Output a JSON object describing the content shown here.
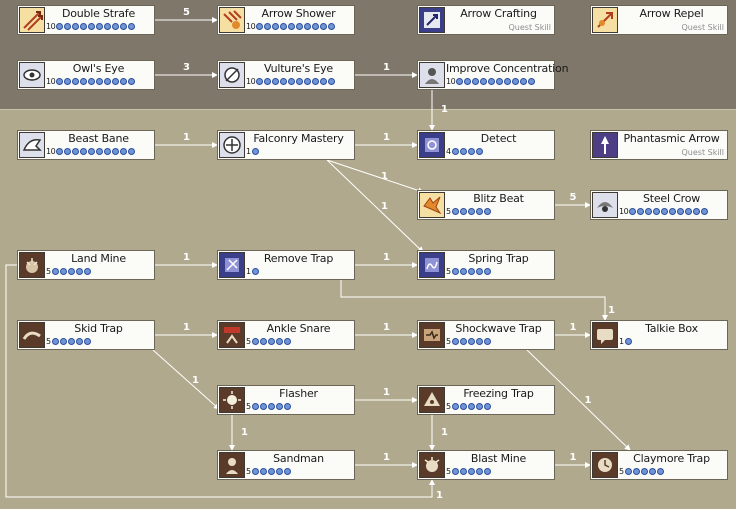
{
  "colors": {
    "top_band": "#7f7769",
    "bottom_band": "#b1a98d",
    "link": "#ffffff",
    "level_dot": "#6f95d6"
  },
  "skills": [
    {
      "id": "double-strafe",
      "name": "Double Strafe",
      "max_level": 10,
      "icon": "double-strafe-icon",
      "icon_style": "orange",
      "col": 0,
      "row": 0
    },
    {
      "id": "arrow-shower",
      "name": "Arrow Shower",
      "max_level": 10,
      "icon": "arrow-shower-icon",
      "icon_style": "orange",
      "col": 1,
      "row": 0
    },
    {
      "id": "arrow-crafting",
      "name": "Arrow Crafting",
      "max_level": 0,
      "quest": "Quest Skill",
      "icon": "arrow-crafting-icon",
      "icon_style": "navy",
      "col": 2,
      "row": 0
    },
    {
      "id": "arrow-repel",
      "name": "Arrow Repel",
      "max_level": 0,
      "quest": "Quest Skill",
      "icon": "arrow-repel-icon",
      "icon_style": "orange",
      "col": 3,
      "row": 0
    },
    {
      "id": "owls-eye",
      "name": "Owl's Eye",
      "max_level": 10,
      "icon": "owls-eye-icon",
      "icon_style": "grey",
      "col": 0,
      "row": 1
    },
    {
      "id": "vultures-eye",
      "name": "Vulture's Eye",
      "max_level": 10,
      "icon": "vultures-eye-icon",
      "icon_style": "grey",
      "col": 1,
      "row": 1
    },
    {
      "id": "improve-concentration",
      "name": "Improve Concentration",
      "max_level": 10,
      "icon": "improve-concentration-icon",
      "icon_style": "grey",
      "col": 2,
      "row": 1
    },
    {
      "id": "beast-bane",
      "name": "Beast Bane",
      "max_level": 10,
      "icon": "beast-bane-icon",
      "icon_style": "grey",
      "col": 0,
      "row": 2
    },
    {
      "id": "falconry-mastery",
      "name": "Falconry Mastery",
      "max_level": 1,
      "icon": "falconry-mastery-icon",
      "icon_style": "grey",
      "col": 1,
      "row": 2
    },
    {
      "id": "detect",
      "name": "Detect",
      "max_level": 4,
      "icon": "detect-icon",
      "icon_style": "navy",
      "col": 2,
      "row": 2
    },
    {
      "id": "phantasmic-arrow",
      "name": "Phantasmic Arrow",
      "max_level": 0,
      "quest": "Quest Skill",
      "icon": "phantasmic-arrow-icon",
      "icon_style": "purple",
      "col": 3,
      "row": 2
    },
    {
      "id": "blitz-beat",
      "name": "Blitz Beat",
      "max_level": 5,
      "icon": "blitz-beat-icon",
      "icon_style": "orange",
      "col": 2,
      "row": 3
    },
    {
      "id": "steel-crow",
      "name": "Steel Crow",
      "max_level": 10,
      "icon": "steel-crow-icon",
      "icon_style": "grey",
      "col": 3,
      "row": 3
    },
    {
      "id": "land-mine",
      "name": "Land Mine",
      "max_level": 5,
      "icon": "land-mine-icon",
      "icon_style": "brown",
      "col": 0,
      "row": 4
    },
    {
      "id": "remove-trap",
      "name": "Remove Trap",
      "max_level": 1,
      "icon": "remove-trap-icon",
      "icon_style": "navy",
      "col": 1,
      "row": 4
    },
    {
      "id": "spring-trap",
      "name": "Spring Trap",
      "max_level": 5,
      "icon": "spring-trap-icon",
      "icon_style": "navy",
      "col": 2,
      "row": 4
    },
    {
      "id": "skid-trap",
      "name": "Skid Trap",
      "max_level": 5,
      "icon": "skid-trap-icon",
      "icon_style": "brown",
      "col": 0,
      "row": 5
    },
    {
      "id": "ankle-snare",
      "name": "Ankle Snare",
      "max_level": 5,
      "icon": "ankle-snare-icon",
      "icon_style": "brown",
      "col": 1,
      "row": 5
    },
    {
      "id": "shockwave-trap",
      "name": "Shockwave Trap",
      "max_level": 5,
      "icon": "shockwave-trap-icon",
      "icon_style": "brown",
      "col": 2,
      "row": 5
    },
    {
      "id": "talkie-box",
      "name": "Talkie Box",
      "max_level": 1,
      "icon": "talkie-box-icon",
      "icon_style": "brown",
      "col": 3,
      "row": 5
    },
    {
      "id": "flasher",
      "name": "Flasher",
      "max_level": 5,
      "icon": "flasher-icon",
      "icon_style": "brown",
      "col": 1,
      "row": 6
    },
    {
      "id": "freezing-trap",
      "name": "Freezing Trap",
      "max_level": 5,
      "icon": "freezing-trap-icon",
      "icon_style": "brown",
      "col": 2,
      "row": 6
    },
    {
      "id": "sandman",
      "name": "Sandman",
      "max_level": 5,
      "icon": "sandman-icon",
      "icon_style": "brown",
      "col": 1,
      "row": 7
    },
    {
      "id": "blast-mine",
      "name": "Blast Mine",
      "max_level": 5,
      "icon": "blast-mine-icon",
      "icon_style": "brown",
      "col": 2,
      "row": 7
    },
    {
      "id": "claymore-trap",
      "name": "Claymore Trap",
      "max_level": 5,
      "icon": "claymore-trap-icon",
      "icon_style": "brown",
      "col": 3,
      "row": 7
    }
  ],
  "links": [
    {
      "from": "double-strafe",
      "to": "arrow-shower",
      "level": 5
    },
    {
      "from": "owls-eye",
      "to": "vultures-eye",
      "level": 3
    },
    {
      "from": "vultures-eye",
      "to": "improve-concentration",
      "level": 1
    },
    {
      "from": "beast-bane",
      "to": "falconry-mastery",
      "level": 1
    },
    {
      "from": "improve-concentration",
      "to": "detect",
      "level": 1
    },
    {
      "from": "falconry-mastery",
      "to": "detect",
      "level": 1
    },
    {
      "from": "falconry-mastery",
      "to": "blitz-beat",
      "level": 1
    },
    {
      "from": "falconry-mastery",
      "to": "spring-trap",
      "level": 1
    },
    {
      "from": "blitz-beat",
      "to": "steel-crow",
      "level": 5
    },
    {
      "from": "land-mine",
      "to": "remove-trap",
      "level": 1
    },
    {
      "from": "remove-trap",
      "to": "spring-trap",
      "level": 1
    },
    {
      "from": "remove-trap",
      "to": "talkie-box",
      "level": 1
    },
    {
      "from": "skid-trap",
      "to": "ankle-snare",
      "level": 1
    },
    {
      "from": "ankle-snare",
      "to": "shockwave-trap",
      "level": 1
    },
    {
      "from": "shockwave-trap",
      "to": "talkie-box",
      "level": 1
    },
    {
      "from": "skid-trap",
      "to": "flasher",
      "level": 1
    },
    {
      "from": "shockwave-trap",
      "to": "claymore-trap",
      "level": 1
    },
    {
      "from": "flasher",
      "to": "freezing-trap",
      "level": 1
    },
    {
      "from": "flasher",
      "to": "sandman",
      "level": 1
    },
    {
      "from": "sandman",
      "to": "blast-mine",
      "level": 1
    },
    {
      "from": "freezing-trap",
      "to": "blast-mine",
      "level": 1
    },
    {
      "from": "blast-mine",
      "to": "claymore-trap",
      "level": 1
    },
    {
      "from": "land-mine",
      "to": "blast-mine",
      "level": 1
    }
  ]
}
